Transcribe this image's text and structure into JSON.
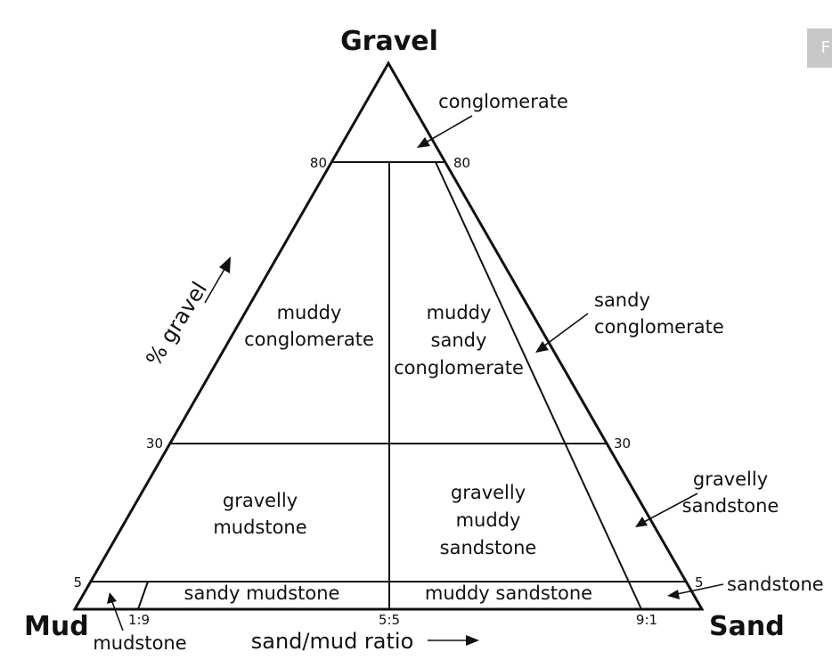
{
  "vertices": {
    "top": "Gravel",
    "left": "Mud",
    "right": "Sand"
  },
  "regions": {
    "conglomerate": "conglomerate",
    "muddy_conglomerate": [
      "muddy",
      "conglomerate"
    ],
    "muddy_sandy_conglomerate": [
      "muddy",
      "sandy",
      "conglomerate"
    ],
    "sandy_conglomerate": [
      "sandy",
      "conglomerate"
    ],
    "gravelly_mudstone": [
      "gravelly",
      "mudstone"
    ],
    "gravelly_muddy_sandstone": [
      "gravelly",
      "muddy",
      "sandstone"
    ],
    "gravelly_sandstone": [
      "gravelly",
      "sandstone"
    ],
    "sandy_mudstone": "sandy mudstone",
    "muddy_sandstone": "muddy sandstone",
    "sandstone": "sandstone",
    "mudstone": "mudstone"
  },
  "gravel_ticks": {
    "left": [
      "80",
      "30",
      "5"
    ],
    "right": [
      "80",
      "30",
      "5"
    ]
  },
  "ratio_ticks": [
    "1:9",
    "5:5",
    "9:1"
  ],
  "axis_titles": {
    "gravel": "% gravel",
    "ratio": "sand/mud ratio"
  },
  "corner_tab": "F",
  "colors": {
    "line": "#111111",
    "tab": "#c8c8c8"
  }
}
